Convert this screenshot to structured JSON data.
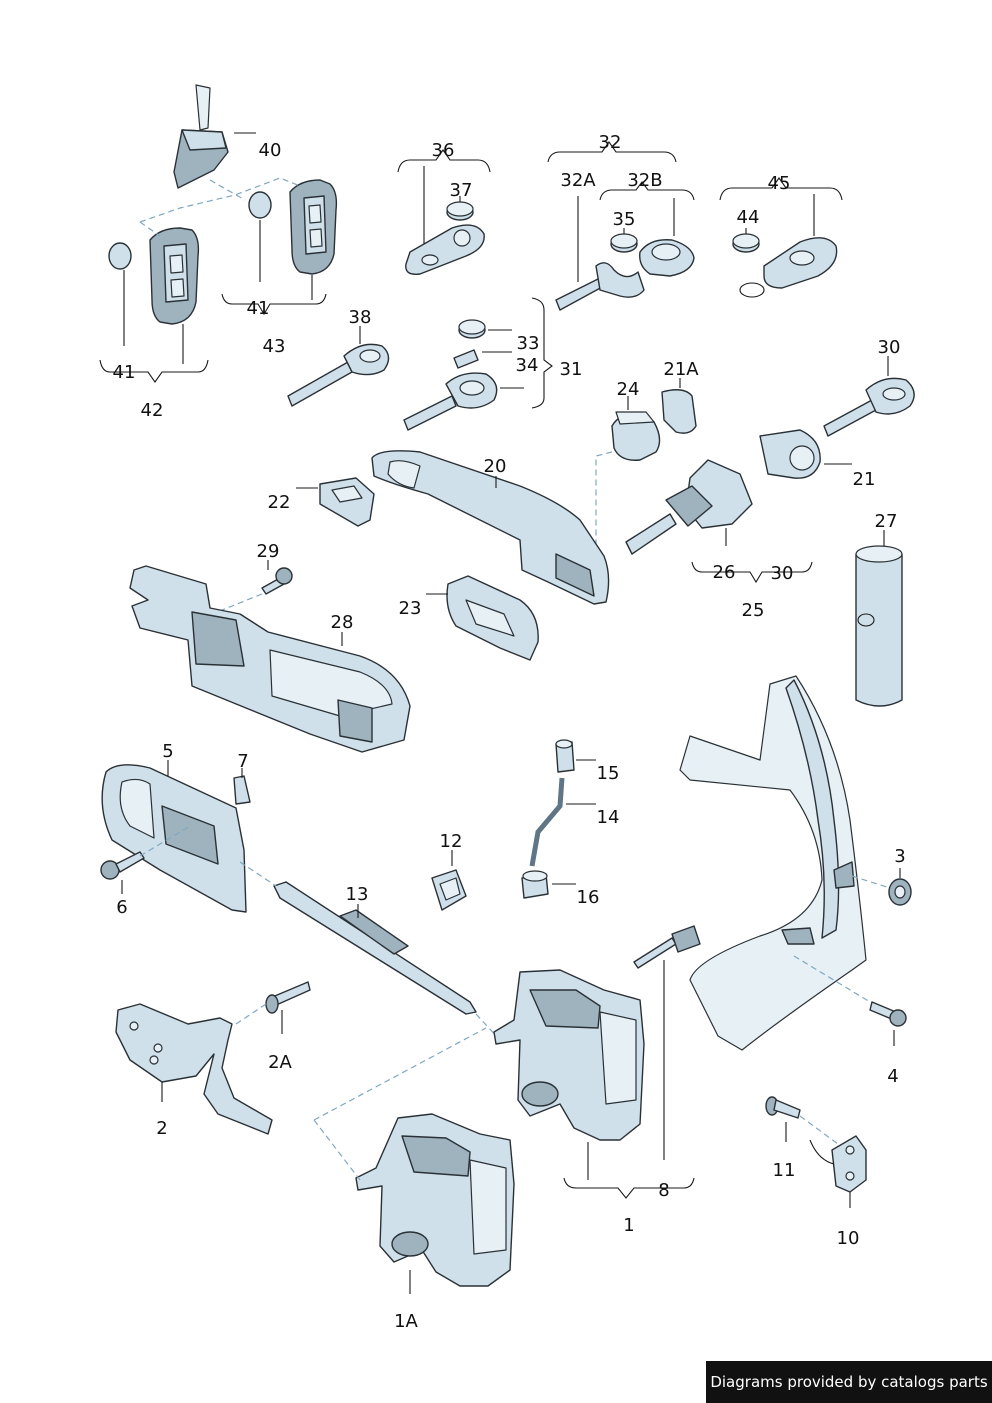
{
  "callouts": {
    "c40": "40",
    "c41a": "41",
    "c43": "43",
    "c41b": "41",
    "c42": "42",
    "c36": "36",
    "c37": "37",
    "c32": "32",
    "c32a": "32A",
    "c32b": "32B",
    "c35": "35",
    "c45": "45",
    "c44": "44",
    "c38": "38",
    "c33": "33",
    "c34": "34",
    "c31": "31",
    "c24": "24",
    "c21a": "21A",
    "c30a": "30",
    "c20": "20",
    "c22": "22",
    "c21": "21",
    "c29": "29",
    "c26": "26",
    "c30b": "30",
    "c25": "25",
    "c27": "27",
    "c23": "23",
    "c28": "28",
    "c5": "5",
    "c7": "7",
    "c15": "15",
    "c14": "14",
    "c3": "3",
    "c6": "6",
    "c12": "12",
    "c16": "16",
    "c13": "13",
    "c2a": "2A",
    "c2": "2",
    "c4": "4",
    "c11": "11",
    "c8": "8",
    "c1": "1",
    "c10": "10",
    "c1a": "1A"
  },
  "footer": {
    "text": "Diagrams provided by catalogs parts"
  }
}
